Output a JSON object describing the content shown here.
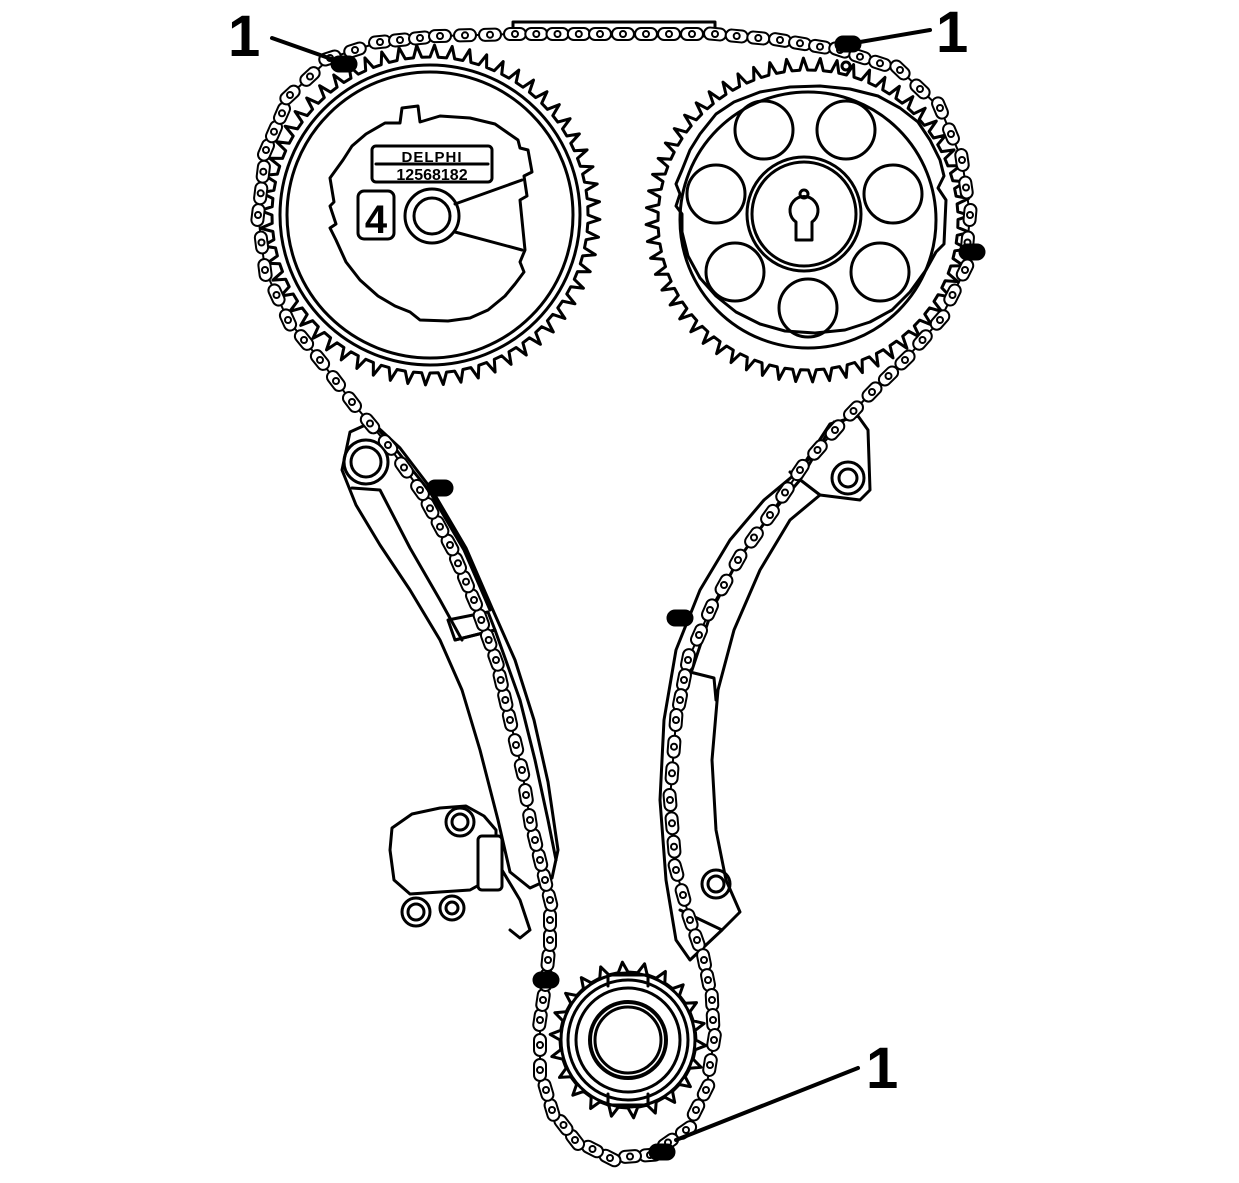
{
  "callouts": [
    {
      "id": "callout-top-left",
      "text": "1"
    },
    {
      "id": "callout-top-right",
      "text": "1"
    },
    {
      "id": "callout-bottom",
      "text": "1"
    }
  ],
  "left_sprocket": {
    "brand": "DELPHI",
    "part_number": "12568182",
    "mark": "4"
  },
  "colors": {
    "ink": "#000000",
    "paper": "#ffffff"
  }
}
